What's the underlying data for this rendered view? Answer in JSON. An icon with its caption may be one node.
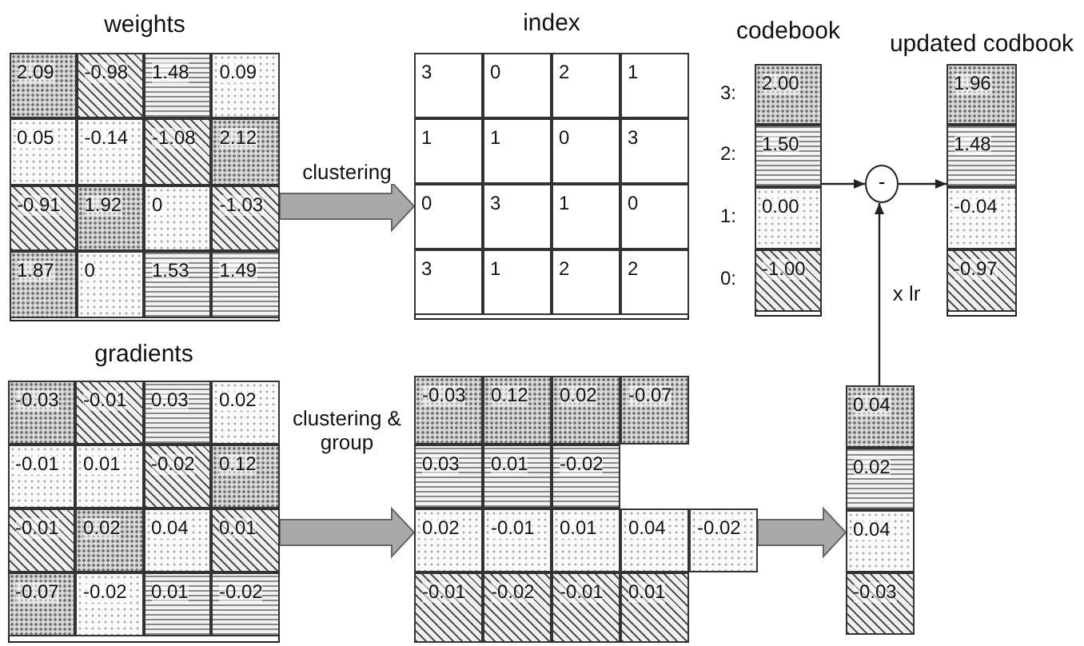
{
  "diagram": {
    "nodes": [
      {
        "text": [
          "weights"
        ]
      },
      {
        "text": [
          "2.09"
        ],
        "in": 0
      },
      {
        "text": [
          "-0.98"
        ],
        "in": 0
      },
      {
        "text": [
          "1.48"
        ],
        "in": 0
      },
      {
        "text": [
          "0.09"
        ],
        "in": 0
      },
      {
        "text": [
          "0.05"
        ],
        "in": 0
      },
      {
        "text": [
          "-0.14"
        ],
        "in": 0
      },
      {
        "text": [
          "-1.08"
        ],
        "in": 0
      },
      {
        "text": [
          "2.12"
        ],
        "in": 0
      },
      {
        "text": [
          "-0.91"
        ],
        "in": 0
      },
      {
        "text": [
          "1.92"
        ],
        "in": 0
      },
      {
        "text": [
          "0"
        ],
        "in": 0
      },
      {
        "text": [
          "-1.03"
        ],
        "in": 0
      },
      {
        "text": [
          "1.87"
        ],
        "in": 0
      },
      {
        "text": [
          "0"
        ],
        "in": 0
      },
      {
        "text": [
          "1.53"
        ],
        "in": 0
      },
      {
        "text": [
          "1.49"
        ],
        "in": 0
      },
      {
        "text": [
          "index"
        ]
      },
      {
        "text": [
          "3"
        ],
        "in": 17
      },
      {
        "text": [
          "0"
        ],
        "in": 17
      },
      {
        "text": [
          "2"
        ],
        "in": 17
      },
      {
        "text": [
          "1"
        ],
        "in": 17
      },
      {
        "text": [
          "1"
        ],
        "in": 17
      },
      {
        "text": [
          "1"
        ],
        "in": 17
      },
      {
        "text": [
          "0"
        ],
        "in": 17
      },
      {
        "text": [
          "3"
        ],
        "in": 17
      },
      {
        "text": [
          "0"
        ],
        "in": 17
      },
      {
        "text": [
          "3"
        ],
        "in": 17
      },
      {
        "text": [
          "1"
        ],
        "in": 17
      },
      {
        "text": [
          "0"
        ],
        "in": 17
      },
      {
        "text": [
          "3"
        ],
        "in": 17
      },
      {
        "text": [
          "1"
        ],
        "in": 17
      },
      {
        "text": [
          "2"
        ],
        "in": 17
      },
      {
        "text": [
          "2"
        ],
        "in": 17
      },
      {
        "text": [
          "codebook"
        ]
      },
      {
        "text": [
          "2.00"
        ],
        "in": 34,
        "beside": [
          "3:"
        ]
      },
      {
        "text": [
          "1.50"
        ],
        "in": 34,
        "beside": [
          "2:"
        ]
      },
      {
        "text": [
          "0.00"
        ],
        "in": 34,
        "beside": [
          "1:"
        ]
      },
      {
        "text": [
          "-1.00"
        ],
        "in": 34,
        "beside": [
          "0:"
        ]
      },
      {
        "text": [
          "-"
        ]
      },
      {
        "text": [
          "updated codbook"
        ]
      },
      {
        "text": [
          "1.96"
        ],
        "in": 40
      },
      {
        "text": [
          "1.48"
        ],
        "in": 40
      },
      {
        "text": [
          "-0.04"
        ],
        "in": 40
      },
      {
        "text": [
          "-0.97"
        ],
        "in": 40
      },
      {
        "text": [
          "gradients"
        ]
      },
      {
        "text": [
          "-0.03"
        ],
        "in": 45
      },
      {
        "text": [
          "-0.01"
        ],
        "in": 45
      },
      {
        "text": [
          "0.03"
        ],
        "in": 45
      },
      {
        "text": [
          "0.02"
        ],
        "in": 45
      },
      {
        "text": [
          "-0.01"
        ],
        "in": 45
      },
      {
        "text": [
          "0.01"
        ],
        "in": 45
      },
      {
        "text": [
          "-0.02"
        ],
        "in": 45
      },
      {
        "text": [
          "0.12"
        ],
        "in": 45
      },
      {
        "text": [
          "-0.01"
        ],
        "in": 45
      },
      {
        "text": [
          "0.02"
        ],
        "in": 45
      },
      {
        "text": [
          "0.04"
        ],
        "in": 45
      },
      {
        "text": [
          "0.01"
        ],
        "in": 45
      },
      {
        "text": [
          "-0.07"
        ],
        "in": 45
      },
      {
        "text": [
          "-0.02"
        ],
        "in": 45
      },
      {
        "text": [
          "0.01"
        ],
        "in": 45
      },
      {
        "text": [
          "-0.02"
        ],
        "in": 45
      },
      {
        "text": [
          "-0.03"
        ]
      },
      {
        "text": [
          "0.12"
        ]
      },
      {
        "text": [
          "0.02"
        ]
      },
      {
        "text": [
          "-0.07"
        ]
      },
      {
        "text": [
          "0.03"
        ]
      },
      {
        "text": [
          "0.01"
        ]
      },
      {
        "text": [
          "-0.02"
        ]
      },
      {
        "text": [
          "0.02"
        ]
      },
      {
        "text": [
          "-0.01"
        ]
      },
      {
        "text": [
          "0.01"
        ]
      },
      {
        "text": [
          "0.04"
        ]
      },
      {
        "text": [
          "-0.02"
        ]
      },
      {
        "text": [
          "-0.01"
        ]
      },
      {
        "text": [
          "-0.02"
        ]
      },
      {
        "text": [
          "-0.01"
        ]
      },
      {
        "text": [
          "0.01"
        ]
      },
      {
        "text": [],
        "shape": "box"
      },
      {
        "text": [
          "0.04"
        ],
        "in": 78
      },
      {
        "text": [
          "0.02"
        ],
        "in": 78
      },
      {
        "text": [
          "0.04"
        ],
        "in": 78
      },
      {
        "text": [
          "-0.03"
        ],
        "in": 78
      }
    ],
    "edges": [
      {
        "from": 0,
        "to": 17,
        "arrow": "to",
        "label": "clustering",
        "style": "thick"
      },
      {
        "from": 34,
        "to": 39,
        "arrow": "to"
      },
      {
        "from": 39,
        "to": 40,
        "arrow": "to"
      },
      {
        "from": 45,
        "to": 69,
        "arrow": "to",
        "label": "clustering & group",
        "style": "thick"
      },
      {
        "from": 73,
        "to": 78,
        "arrow": "to",
        "style": "thick"
      },
      {
        "from": 78,
        "to": 39,
        "arrow": "to",
        "label": "x lr"
      }
    ]
  }
}
